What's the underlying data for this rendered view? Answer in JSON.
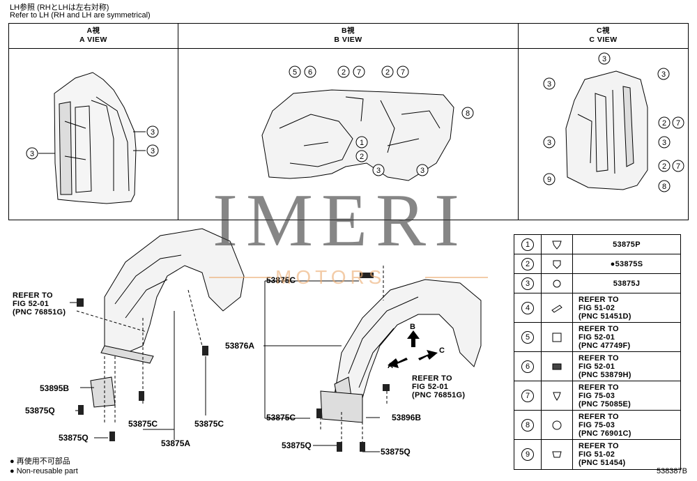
{
  "header": {
    "line1": "LH参照 (RHとLHは左右対称)",
    "line2": "Refer to LH (RH and LH are symmetrical)"
  },
  "views": [
    {
      "jp": "A視",
      "en": "A VIEW"
    },
    {
      "jp": "B視",
      "en": "B VIEW"
    },
    {
      "jp": "C視",
      "en": "C VIEW"
    }
  ],
  "legend": [
    {
      "num": "1",
      "part": "53875P",
      "bullet": ""
    },
    {
      "num": "2",
      "part": "53875S",
      "bullet": "●"
    },
    {
      "num": "3",
      "part": "53875J",
      "bullet": ""
    },
    {
      "num": "4",
      "part": "REFER TO\nFIG 51-02\n(PNC 51451D)",
      "bullet": ""
    },
    {
      "num": "5",
      "part": "REFER TO\nFIG 52-01\n(PNC 47749F)",
      "bullet": ""
    },
    {
      "num": "6",
      "part": "REFER TO\nFIG 52-01\n(PNC 53879H)",
      "bullet": ""
    },
    {
      "num": "7",
      "part": "REFER TO\nFIG 75-03\n(PNC 75085E)",
      "bullet": ""
    },
    {
      "num": "8",
      "part": "REFER TO\nFIG 75-03\n(PNC 76901C)",
      "bullet": ""
    },
    {
      "num": "9",
      "part": "REFER TO\nFIG 51-02\n(PNC 51454)",
      "bullet": ""
    }
  ],
  "labels": {
    "refer_left": "REFER TO\nFIG 52-01\n(PNC 76851G)",
    "refer_right": "REFER TO\nFIG 52-01\n(PNC 76851G)",
    "p53895B": "53895B",
    "p53875Q_a": "53875Q",
    "p53875Q_b": "53875Q",
    "p53875C_a": "53875C",
    "p53875C_b": "53875C",
    "p53875A": "53875A",
    "p53875C_top": "53875C",
    "p53876A": "53876A",
    "p53875C_r": "53875C",
    "p53896B": "53896B",
    "p53875Q_r1": "53875Q",
    "p53875Q_r2": "53875Q",
    "arrow_b": "B",
    "arrow_a": "A",
    "arrow_c": "C"
  },
  "footer": {
    "jp": "● 再使用不可部品",
    "en": "● Non-reusable part",
    "diagram_id": "538387B"
  },
  "watermark": {
    "main": "IMERI",
    "sub": "MOTORS"
  }
}
